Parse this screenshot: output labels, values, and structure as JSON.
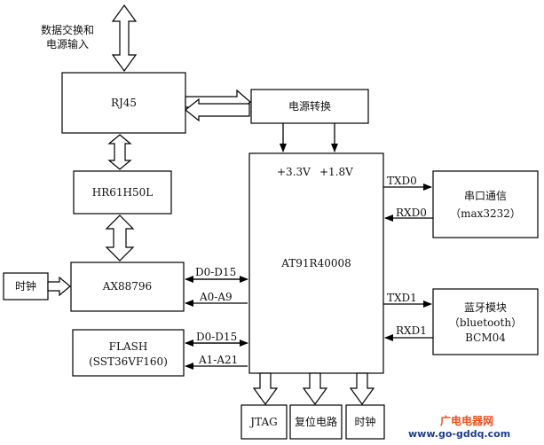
{
  "top_label": [
    "数据交换和",
    "电源输入"
  ],
  "blocks": {
    "rj45": "RJ45",
    "power_conv": "电源转换",
    "hr61h50l": "HR61H50L",
    "ax88796": "AX88796",
    "clock_left": "时钟",
    "flash_line1": "FLASH",
    "flash_line2": "(SST36VF160)",
    "mcu": "AT91R40008",
    "v33": "+3.3V",
    "v18": "+1.8V",
    "serial_line1": "串口通信",
    "serial_line2": "（max3232）",
    "bt_line1": "蓝牙模块",
    "bt_line2": "（bluetooth）",
    "bt_line3": "BCM04",
    "jtag": "JTAG",
    "reset": "复位电路",
    "clock_bottom": "时钟"
  },
  "signals": {
    "ax_data": "D0-D15",
    "ax_addr": "A0-A9",
    "flash_data": "D0-D15",
    "flash_addr": "A1-A21",
    "txd0": "TXD0",
    "rxd0": "RXD0",
    "txd1": "TXD1",
    "rxd1": "RXD1"
  },
  "watermark": {
    "line1": "广电电器网",
    "line2": "www.go-gddq.com",
    "color1": "#e8501c",
    "color2": "#1a3e8c"
  }
}
